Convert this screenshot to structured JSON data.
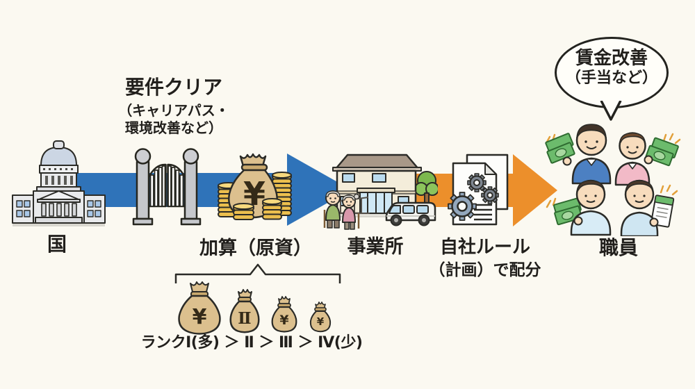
{
  "palette": {
    "background": "#fbf9f1",
    "arrow_blue": "#2f73b9",
    "arrow_orange": "#ec8f2b",
    "outline": "#2b2b27",
    "money_green": "#6cbb6c",
    "bag_tan": "#dcc08e",
    "coin_gold": "#ecbf4e"
  },
  "nodes": {
    "government": {
      "label": "国"
    },
    "requirement": {
      "title": "要件クリア",
      "subtitle_line1": "（キャリアパス・",
      "subtitle_line2": "環境改善など）"
    },
    "addition": {
      "label": "加算（原資）",
      "bag_symbol": "¥"
    },
    "office": {
      "label": "事業所"
    },
    "rule": {
      "line1": "自社ルール",
      "line2": "（計画）で配分"
    },
    "staff": {
      "label": "職員"
    },
    "bubble": {
      "line1": "賃金改善",
      "line2": "（手当など）"
    }
  },
  "ranks": {
    "caption": "ランクⅠ(多) ＞ Ⅱ ＞ Ⅲ ＞ Ⅳ(少)",
    "bags": [
      {
        "symbol": "¥"
      },
      {
        "symbol": "Ⅱ"
      },
      {
        "symbol": "¥"
      },
      {
        "symbol": "¥"
      }
    ]
  }
}
